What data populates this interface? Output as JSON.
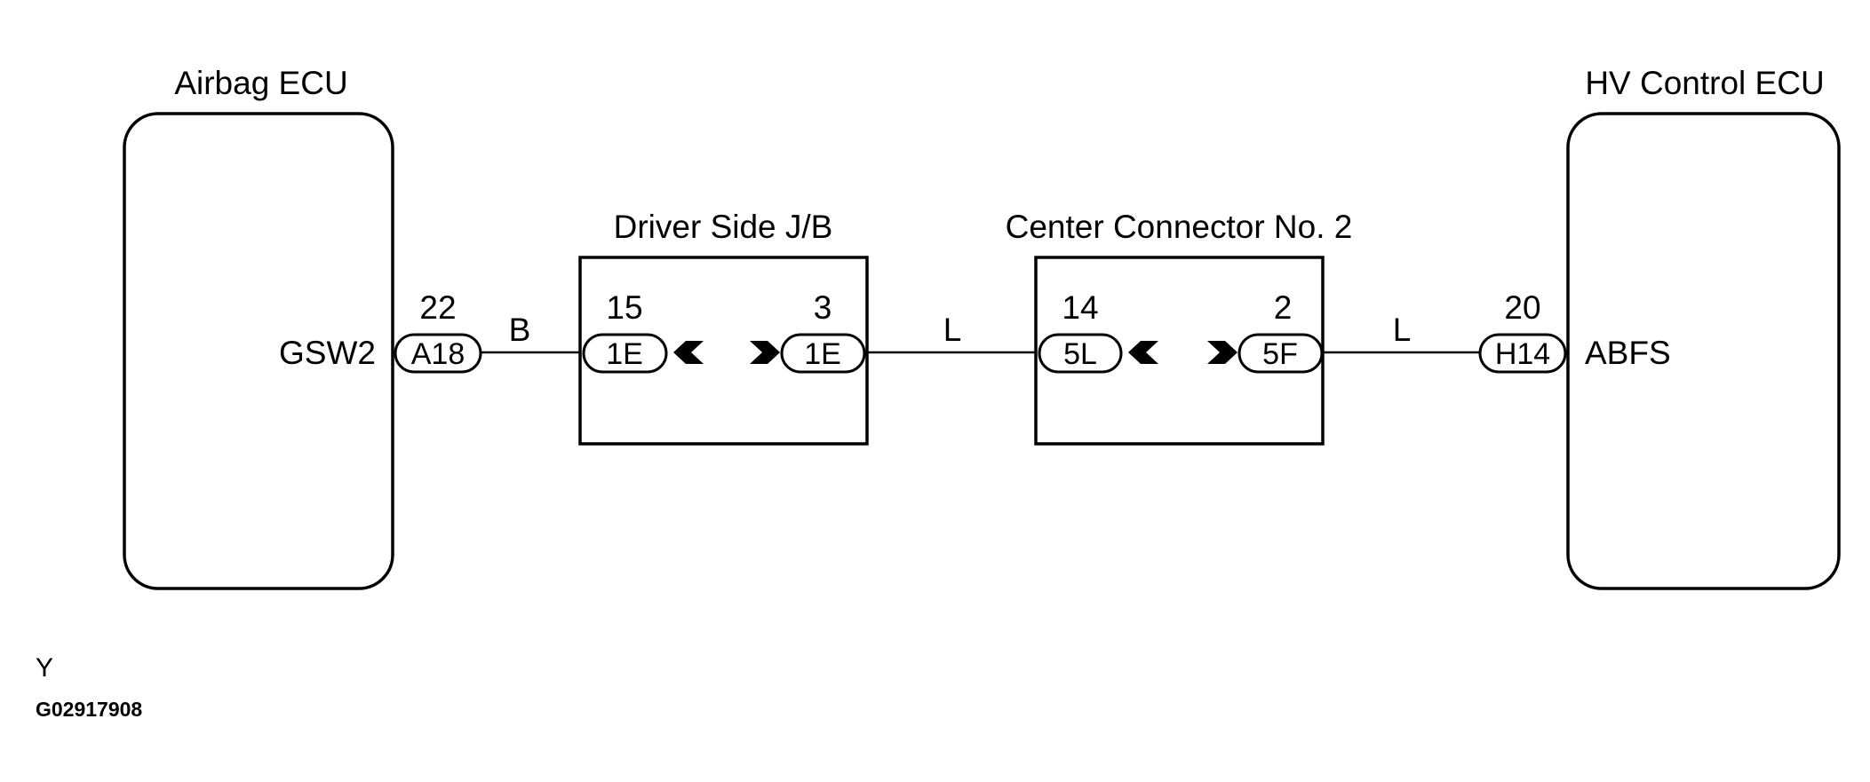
{
  "components": {
    "left_ecu": {
      "title": "Airbag ECU",
      "terminal_label": "GSW2"
    },
    "right_ecu": {
      "title": "HV Control ECU",
      "terminal_label": "ABFS"
    },
    "jb1": {
      "title": "Driver Side J/B"
    },
    "jb2": {
      "title": "Center Connector No. 2"
    }
  },
  "connectors": {
    "a18": {
      "code": "A18",
      "pin": "22"
    },
    "jb1_in": {
      "code": "1E",
      "pin": "15"
    },
    "jb1_out": {
      "code": "1E",
      "pin": "3"
    },
    "jb2_in": {
      "code": "5L",
      "pin": "14"
    },
    "jb2_out": {
      "code": "5F",
      "pin": "2"
    },
    "h14": {
      "code": "H14",
      "pin": "20"
    }
  },
  "wires": {
    "w1": {
      "color_code": "B"
    },
    "w2": {
      "color_code": "L"
    },
    "w3": {
      "color_code": "L"
    }
  },
  "footer": {
    "symbol": "Y",
    "figure_id": "G02917908"
  }
}
